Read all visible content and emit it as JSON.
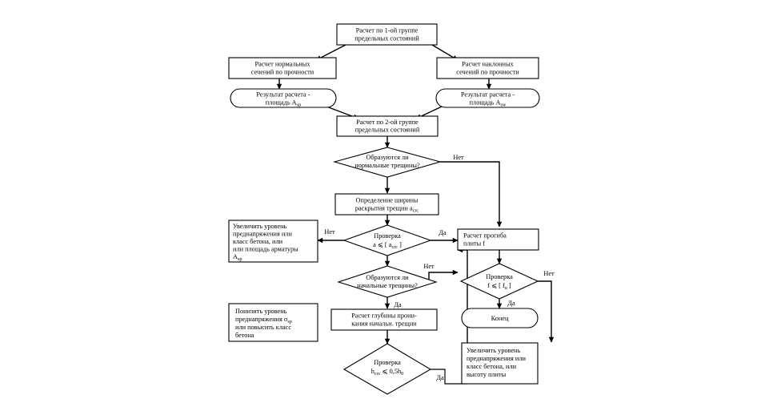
{
  "diagram": {
    "title": "Блок-схема расчета плиты по группам предельных состояний",
    "language": "ru",
    "background_color": "#ffffff",
    "line_color": "#000000",
    "text_color": "#000000"
  },
  "nodes": {
    "group1": {
      "shape": "process",
      "line1": "Расчет по 1-ой группе",
      "line2": "предельных состояний"
    },
    "normal_sections": {
      "shape": "process",
      "line1": "Расчет нормальных",
      "line2": "сечений по прочности"
    },
    "inclined_sections": {
      "shape": "process",
      "line1": "Расчет наклонных",
      "line2": "сечений по прочности"
    },
    "result_asp": {
      "shape": "terminator",
      "line1": "Результат расчета -",
      "line2_prefix": "площадь A",
      "line2_sub": "sp"
    },
    "result_asw": {
      "shape": "terminator",
      "line1": "Результат расчета -",
      "line2_prefix": "площадь A",
      "line2_sub": "sw"
    },
    "group2": {
      "shape": "process",
      "line1": "Расчет по 2-ой группе",
      "line2": "предельных состояний"
    },
    "normal_cracks_q": {
      "shape": "decision",
      "line1": "Образуются ли",
      "line2": "нормальные трещины?"
    },
    "crack_width": {
      "shape": "process",
      "line1": "Определение ширины",
      "line2_prefix": "раскрытия трещин a",
      "line2_sub": "crc"
    },
    "check_acrc": {
      "shape": "decision",
      "line1": "Проверка",
      "line2_prefix": "a ",
      "line2_op": "⩽",
      "line2_mid": " [ a",
      "line2_sub": "crc",
      "line2_suffix": " ]"
    },
    "increase_left": {
      "shape": "process",
      "line1": "Увеличить уровень",
      "line2": "преднапряжения или",
      "line3": "класс бетона, или",
      "line4": "или площадь арматуры",
      "line5_prefix": "A",
      "line5_sub": "sp"
    },
    "initial_cracks_q": {
      "shape": "decision",
      "line1": "Образуются ли",
      "line2": "начальные трещины?"
    },
    "decrease_left": {
      "shape": "process",
      "line1": "Понизить уровень",
      "line2_prefix": "преднапряжения  σ",
      "line2_sub": "sp",
      "line3": "или повысить класс",
      "line4": "бетона"
    },
    "depth_calc": {
      "shape": "process",
      "line1": "Расчет глубины прони-",
      "line2": "кания начальн. трещин"
    },
    "check_hcrc": {
      "shape": "decision",
      "line1": "Проверка",
      "line2_prefix": "h",
      "line2_sub": "crc",
      "line2_op": " ⩽ ",
      "line2_suffix_prefix": "0,5h",
      "line2_suffix_sub": "0"
    },
    "deflection": {
      "shape": "process",
      "line1": "Расчет прогиба",
      "line2": "плиты f"
    },
    "check_f": {
      "shape": "decision",
      "line1": "Проверка",
      "line2_prefix": "f ",
      "line2_op": "⩽",
      "line2_mid": " [ f",
      "line2_sub": "u",
      "line2_suffix": " ]"
    },
    "end": {
      "shape": "terminator",
      "line1": "Конец"
    },
    "increase_right": {
      "shape": "process",
      "line1": "Увеличить уровень",
      "line2": "преднапряжения или",
      "line3": "класс бетона, или",
      "line4": "высоту плиты"
    }
  },
  "edge_labels": {
    "normal_cracks_no": "Нет",
    "check_acrc_no": "Нет",
    "check_acrc_yes": "Да",
    "initial_cracks_no": "Нет",
    "initial_cracks_yes": "Да",
    "check_hcrc_yes": "Да",
    "check_f_no": "Нет",
    "check_f_yes": "Да"
  }
}
